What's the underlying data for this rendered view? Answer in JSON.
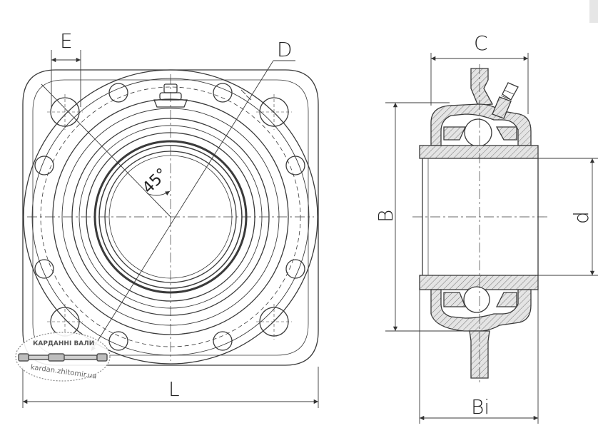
{
  "front_view": {
    "labels": {
      "E": "E",
      "D": "D",
      "angle": "45°",
      "L": "L"
    }
  },
  "side_view": {
    "labels": {
      "C": "C",
      "B": "B",
      "d": "d",
      "Bi": "Bi"
    }
  },
  "watermark": {
    "brand": "КАРДАННІ ВАЛИ",
    "url": "kardan.zhitomir.ua"
  },
  "colors": {
    "line": "#3a3a3a",
    "hatch_fill": "#dcdcdc",
    "background": "#ffffff"
  }
}
